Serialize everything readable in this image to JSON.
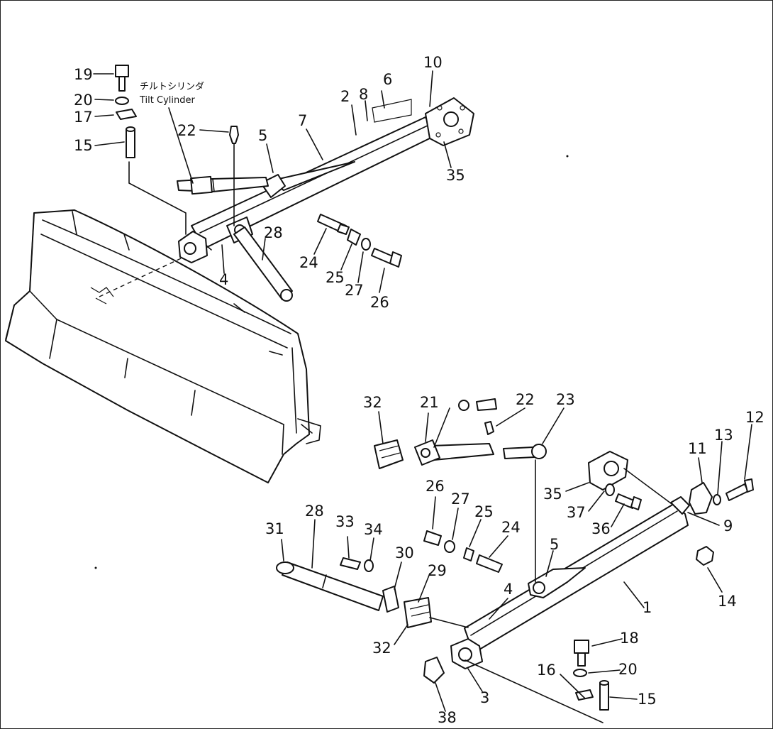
{
  "note": {
    "japanese": "チルトシリンダ",
    "english": "Tilt Cylinder"
  },
  "callouts": {
    "upper": {
      "n19": "19",
      "n20": "20",
      "n17": "17",
      "n15": "15",
      "n22": "22",
      "n5": "5",
      "n7": "7",
      "n2": "2",
      "n8": "8",
      "n6": "6",
      "n10": "10",
      "n35": "35",
      "n28": "28",
      "n4": "4",
      "n24": "24",
      "n25": "25",
      "n27": "27",
      "n26": "26"
    },
    "lower": {
      "n32a": "32",
      "n21": "21",
      "n22": "22",
      "n23": "23",
      "n12": "12",
      "n11": "11",
      "n13": "13",
      "n35": "35",
      "n37": "37",
      "n36": "36",
      "n9": "9",
      "n26": "26",
      "n27": "27",
      "n25": "25",
      "n24": "24",
      "n5": "5",
      "n28": "28",
      "n33": "33",
      "n34": "34",
      "n31": "31",
      "n30": "30",
      "n29": "29",
      "n4": "4",
      "n1": "1",
      "n14": "14",
      "n32b": "32",
      "n18": "18",
      "n16": "16",
      "n20": "20",
      "n15": "15",
      "n3": "3",
      "n38": "38"
    }
  }
}
